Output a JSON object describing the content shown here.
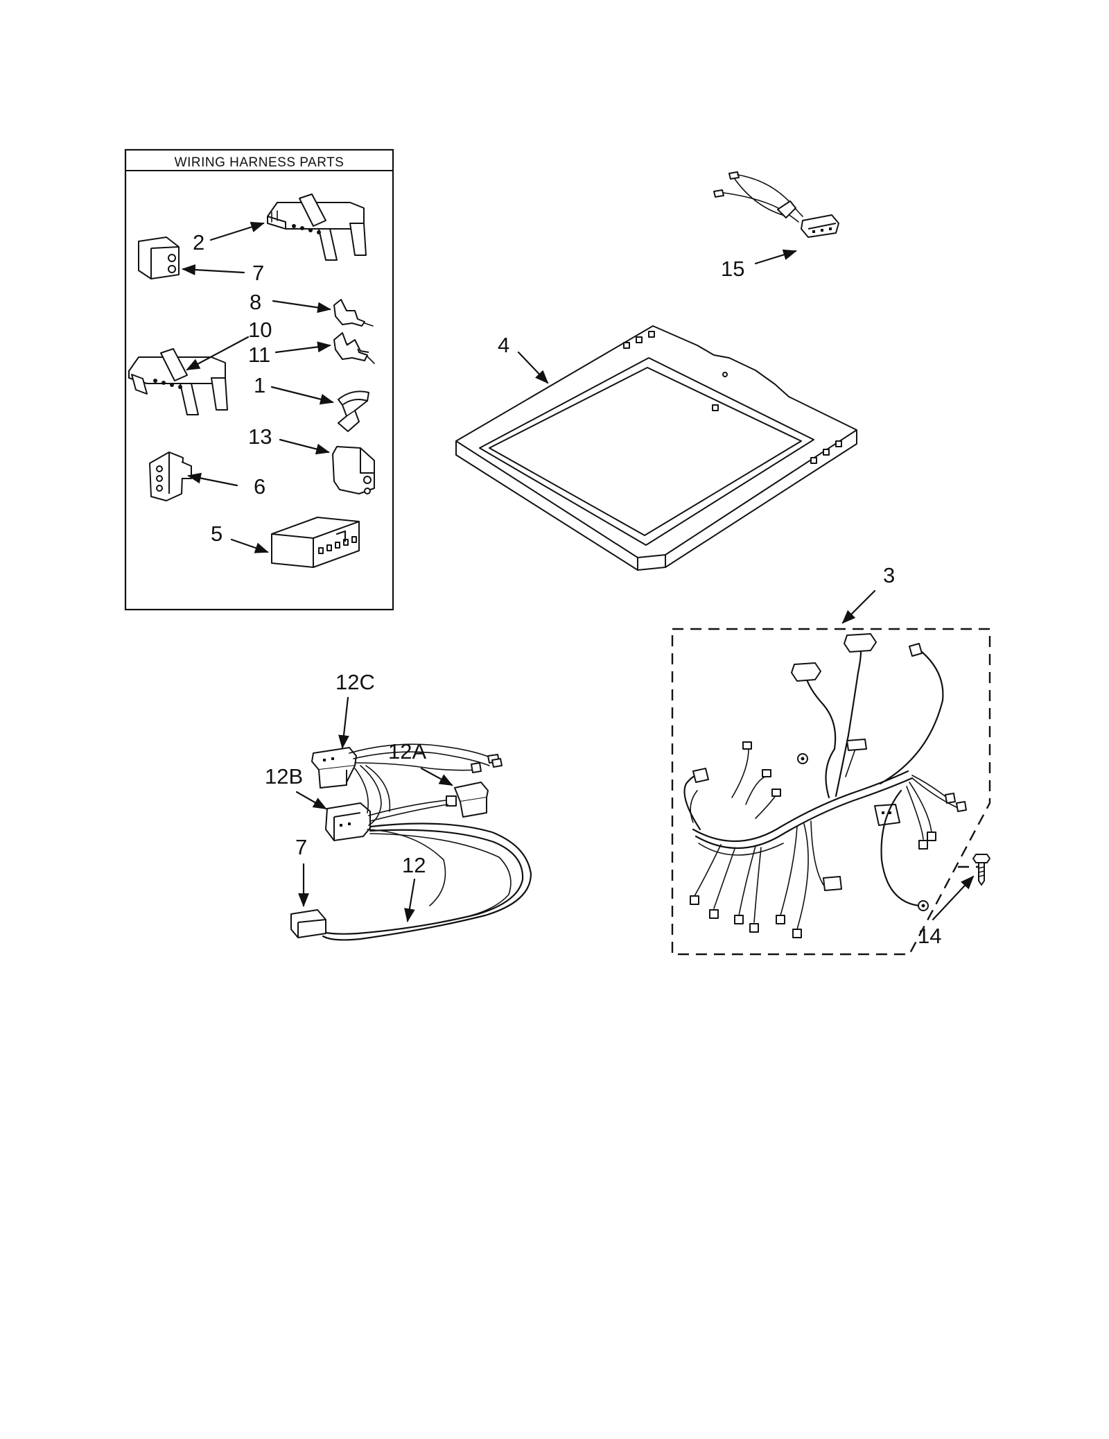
{
  "diagram": {
    "box_title": "WIRING HARNESS PARTS",
    "callouts": {
      "p1": "1",
      "p2": "2",
      "p3": "3",
      "p4": "4",
      "p5": "5",
      "p6": "6",
      "p7_box": "7",
      "p7_harness": "7",
      "p8": "8",
      "p10": "10",
      "p11": "11",
      "p12": "12",
      "p12a": "12A",
      "p12b": "12B",
      "p12c": "12C",
      "p13": "13",
      "p14": "14",
      "p15": "15"
    }
  }
}
